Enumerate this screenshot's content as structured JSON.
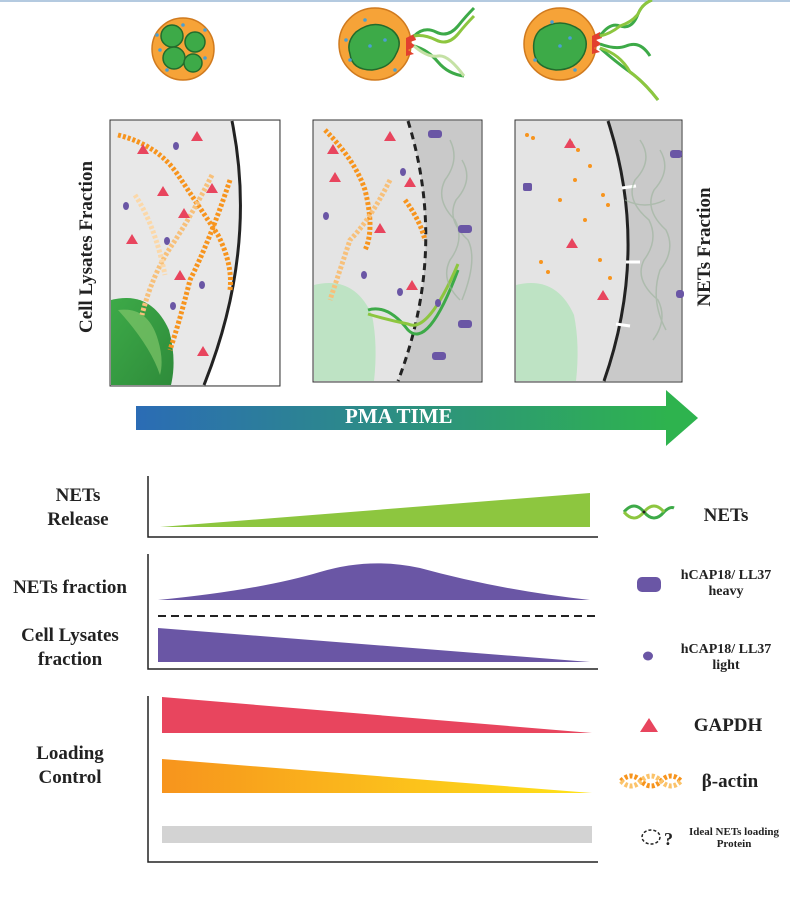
{
  "side_labels": {
    "cell_lysates_fraction": "Cell Lysates Fraction",
    "nets_fraction": "NETs Fraction"
  },
  "time_arrow": {
    "label": "PMA TIME"
  },
  "graph_rows": {
    "nets_release": "NETs Release",
    "nets_fraction": "NETs fraction",
    "cell_lysates_fraction": "Cell Lysates fraction",
    "loading_control": "Loading Control"
  },
  "legend": [
    {
      "icon": "dna-strand-icon",
      "label": "NETs"
    },
    {
      "icon": "rounded-rectangle-icon",
      "label": "hCAP18/ LL37 heavy"
    },
    {
      "icon": "small-oval-icon",
      "label": "hCAP18/ LL37 light"
    },
    {
      "icon": "triangle-icon",
      "label": "GAPDH"
    },
    {
      "icon": "actin-chain-icon",
      "label": "β-actin"
    },
    {
      "icon": "dashed-circle-question-icon",
      "label": "Ideal NETs loading Protein"
    }
  ],
  "colors": {
    "nets_green": "#8DC63F",
    "hcap_purple": "#6A56A5",
    "gapdh_red": "#E8455E",
    "actin_orange": "#F7941D",
    "actin_yellow": "#FFE31A",
    "ideal_gray": "#D3D3D3",
    "arrow_start": "#2B6CB5",
    "arrow_end": "#2EB34E",
    "cell_orange": "#F6A338",
    "nucleus_green": "#3DAA48"
  }
}
